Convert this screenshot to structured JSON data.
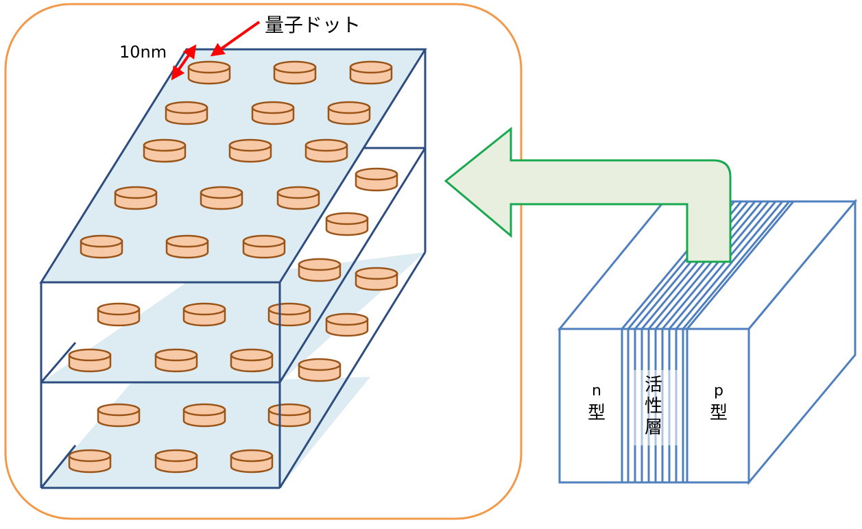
{
  "labels": {
    "quantum_dot": "量子ドット",
    "size": "10nm",
    "n_type": [
      "n",
      "型"
    ],
    "active_layer": [
      "活",
      "性",
      "層"
    ],
    "p_type": [
      "p",
      "型"
    ]
  },
  "colors": {
    "frame": "#f2994a",
    "layer_fill": "#dcecf2",
    "layer_edge": "#2d4c7f",
    "dot_fill": "#f8c9a6",
    "dot_edge": "#9a5418",
    "arrow_fill": "#e9efde",
    "arrow_edge": "#18a850",
    "device_edge": "#4f7fbf",
    "pointer": "#ff0000"
  },
  "icons": {
    "callout_arrow": "pointer-arrow-icon",
    "size_marker": "double-arrow-icon",
    "zoom_arrow": "bent-arrow-icon"
  }
}
